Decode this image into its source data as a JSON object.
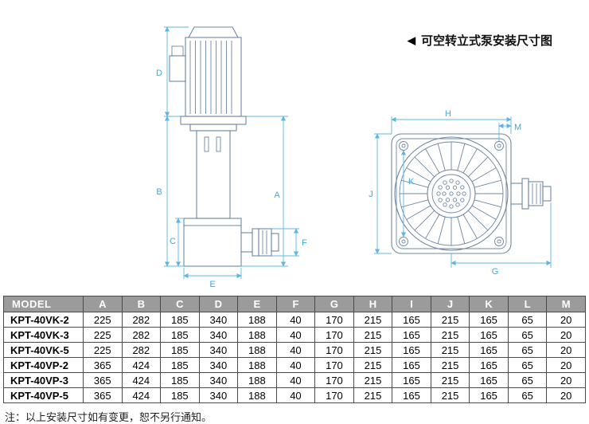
{
  "header": {
    "arrow": "◀",
    "title": "可空转立式泵安装尺寸图"
  },
  "drawing": {
    "side_view_labels": {
      "A": "A",
      "B": "B",
      "C": "C",
      "D": "D",
      "E": "E",
      "F": "F"
    },
    "top_view_labels": {
      "G": "G",
      "H": "H",
      "J": "J",
      "K": "K",
      "M": "M"
    }
  },
  "table": {
    "headers": [
      "MODEL",
      "A",
      "B",
      "C",
      "D",
      "E",
      "F",
      "G",
      "H",
      "I",
      "J",
      "K",
      "L",
      "M"
    ],
    "rows": [
      {
        "model": "KPT-40VK-2",
        "values": [
          "225",
          "282",
          "185",
          "340",
          "188",
          "40",
          "170",
          "215",
          "165",
          "215",
          "165",
          "65",
          "20"
        ]
      },
      {
        "model": "KPT-40VK-3",
        "values": [
          "225",
          "282",
          "185",
          "340",
          "188",
          "40",
          "170",
          "215",
          "165",
          "215",
          "165",
          "65",
          "20"
        ]
      },
      {
        "model": "KPT-40VK-5",
        "values": [
          "225",
          "282",
          "185",
          "340",
          "188",
          "40",
          "170",
          "215",
          "165",
          "215",
          "165",
          "65",
          "20"
        ]
      },
      {
        "model": "KPT-40VP-2",
        "values": [
          "365",
          "424",
          "185",
          "340",
          "188",
          "40",
          "170",
          "215",
          "165",
          "215",
          "165",
          "65",
          "20"
        ]
      },
      {
        "model": "KPT-40VP-3",
        "values": [
          "365",
          "424",
          "185",
          "340",
          "188",
          "40",
          "170",
          "215",
          "165",
          "215",
          "165",
          "65",
          "20"
        ]
      },
      {
        "model": "KPT-40VP-5",
        "values": [
          "365",
          "424",
          "185",
          "340",
          "188",
          "40",
          "170",
          "215",
          "165",
          "215",
          "165",
          "65",
          "20"
        ]
      }
    ]
  },
  "footnote": "注：以上安装尺寸如有变更，恕不另行通知。",
  "colors": {
    "outline": "#6e87a3",
    "dimension": "#5fb6e5",
    "header_bg": "#9b9b9b"
  }
}
